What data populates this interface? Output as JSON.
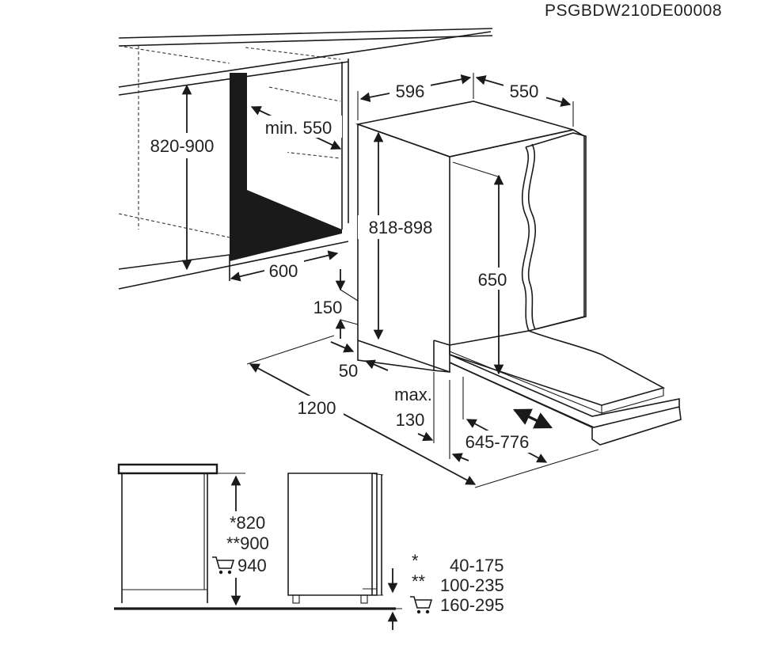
{
  "diagram": {
    "code": "PSGBDW210DE00008",
    "dimensions": {
      "niche_height": "820-900",
      "niche_depth": "min. 550",
      "niche_width": "600",
      "appliance_width": "596",
      "appliance_depth": "550",
      "appliance_height": "818-898",
      "door_height": "650",
      "plinth_height": "150",
      "plinth_depth": "50",
      "door_open_clearance": "1200",
      "max_label": "max.",
      "max_value": "130",
      "door_travel": "645-776"
    },
    "height_variants": {
      "marker_single": "*820",
      "marker_double": "**900",
      "trolley_value": "940"
    },
    "plinth_ranges": [
      {
        "marker": "*",
        "value": "40-175"
      },
      {
        "marker": "**",
        "value": "100-235"
      },
      {
        "marker": "trolley-icon",
        "value": "160-295"
      }
    ]
  }
}
